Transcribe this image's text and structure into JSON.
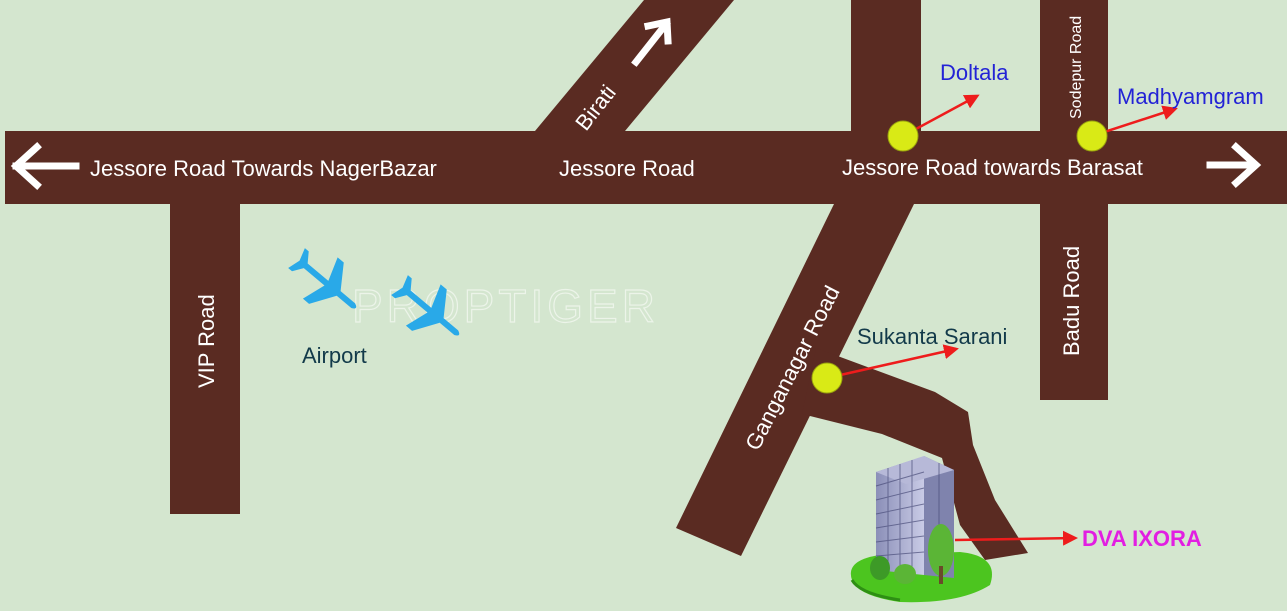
{
  "map": {
    "watermark": "PROPTIGER",
    "roads": {
      "jessore_west": "Jessore Road Towards NagerBazar",
      "jessore_center": "Jessore Road",
      "jessore_east": "Jessore Road towards Barasat",
      "birati": "Birati",
      "vip": "VIP Road",
      "ganganagar": "Ganganagar Road",
      "sodepur": "Sodepur Road",
      "badu": "Badu Road"
    },
    "places": {
      "airport": "Airport",
      "doltala": "Doltala",
      "madhyamgram": "Madhyamgram",
      "sukanta": "Sukanta Sarani",
      "project": "DVA IXORA"
    },
    "colors": {
      "background": "#d4e6cf",
      "road": "#5a2b22",
      "landmark_dot": "#d9ea16",
      "pointer_arrow": "#ee1c1c",
      "airplane": "#29a9e8",
      "project_label": "#e21ee2",
      "place_blue": "#2323d6"
    },
    "icons": [
      "arrow-left-icon",
      "arrow-right-icon",
      "arrow-up-right-icon",
      "airplane-icon",
      "building-icon"
    ]
  }
}
